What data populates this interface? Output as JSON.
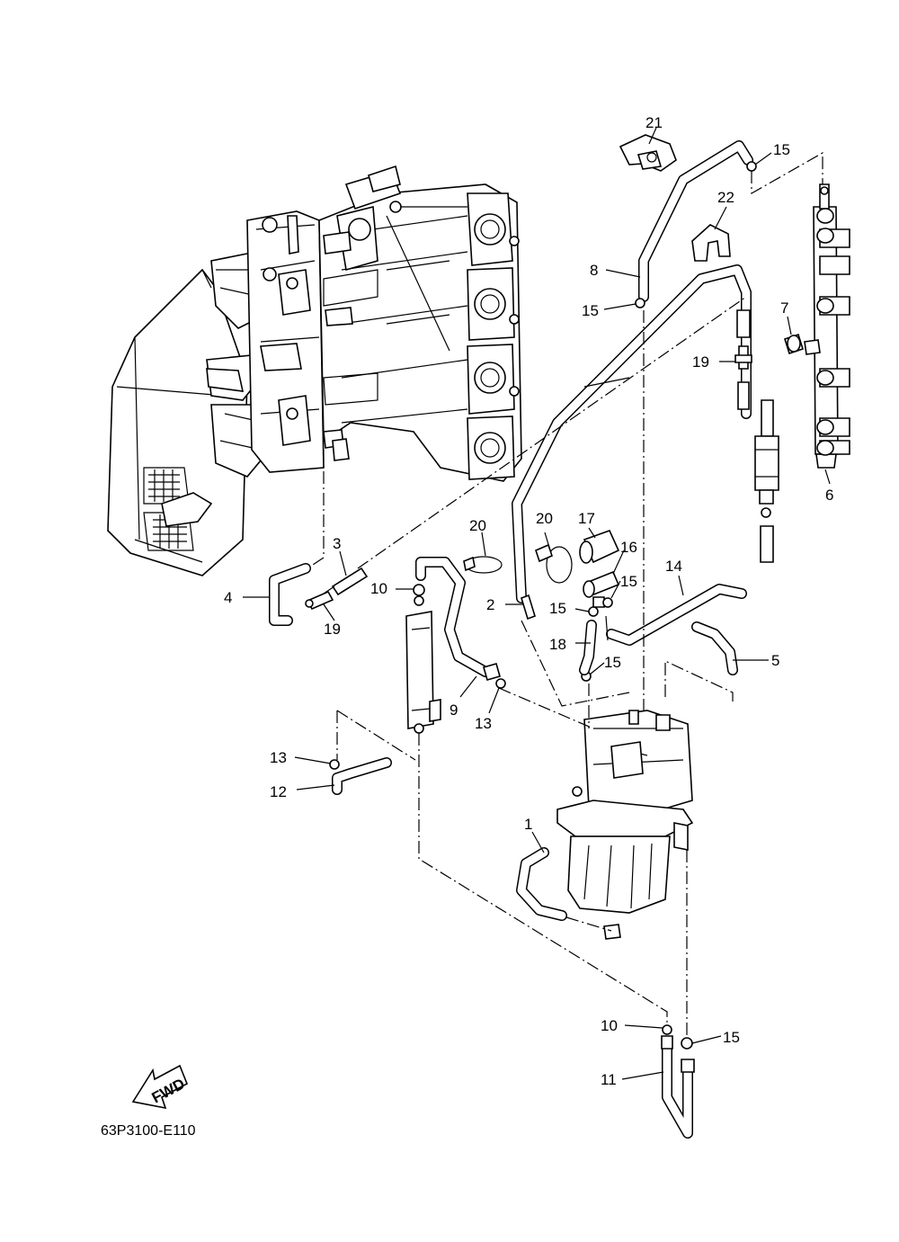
{
  "diagram_code": "63P3100-E110",
  "fwd_label": "FWD",
  "callouts": [
    {
      "id": "c21",
      "text": "21"
    },
    {
      "id": "c15a",
      "text": "15"
    },
    {
      "id": "c22",
      "text": "22"
    },
    {
      "id": "c8",
      "text": "8"
    },
    {
      "id": "c15b",
      "text": "15"
    },
    {
      "id": "c7",
      "text": "7"
    },
    {
      "id": "c19a",
      "text": "19"
    },
    {
      "id": "c6",
      "text": "6"
    },
    {
      "id": "c20a",
      "text": "20"
    },
    {
      "id": "c20b",
      "text": "20"
    },
    {
      "id": "c17",
      "text": "17"
    },
    {
      "id": "c16",
      "text": "16"
    },
    {
      "id": "c3",
      "text": "3"
    },
    {
      "id": "c14",
      "text": "14"
    },
    {
      "id": "c15c",
      "text": "15"
    },
    {
      "id": "c10a",
      "text": "10"
    },
    {
      "id": "c2",
      "text": "2"
    },
    {
      "id": "c15d",
      "text": "15"
    },
    {
      "id": "c4",
      "text": "4"
    },
    {
      "id": "c19b",
      "text": "19"
    },
    {
      "id": "c18",
      "text": "18"
    },
    {
      "id": "c5",
      "text": "5"
    },
    {
      "id": "c15e",
      "text": "15"
    },
    {
      "id": "c9",
      "text": "9"
    },
    {
      "id": "c13a",
      "text": "13"
    },
    {
      "id": "c13b",
      "text": "13"
    },
    {
      "id": "c12",
      "text": "12"
    },
    {
      "id": "c1",
      "text": "1"
    },
    {
      "id": "c10b",
      "text": "10"
    },
    {
      "id": "c15f",
      "text": "15"
    },
    {
      "id": "c11",
      "text": "11"
    }
  ]
}
